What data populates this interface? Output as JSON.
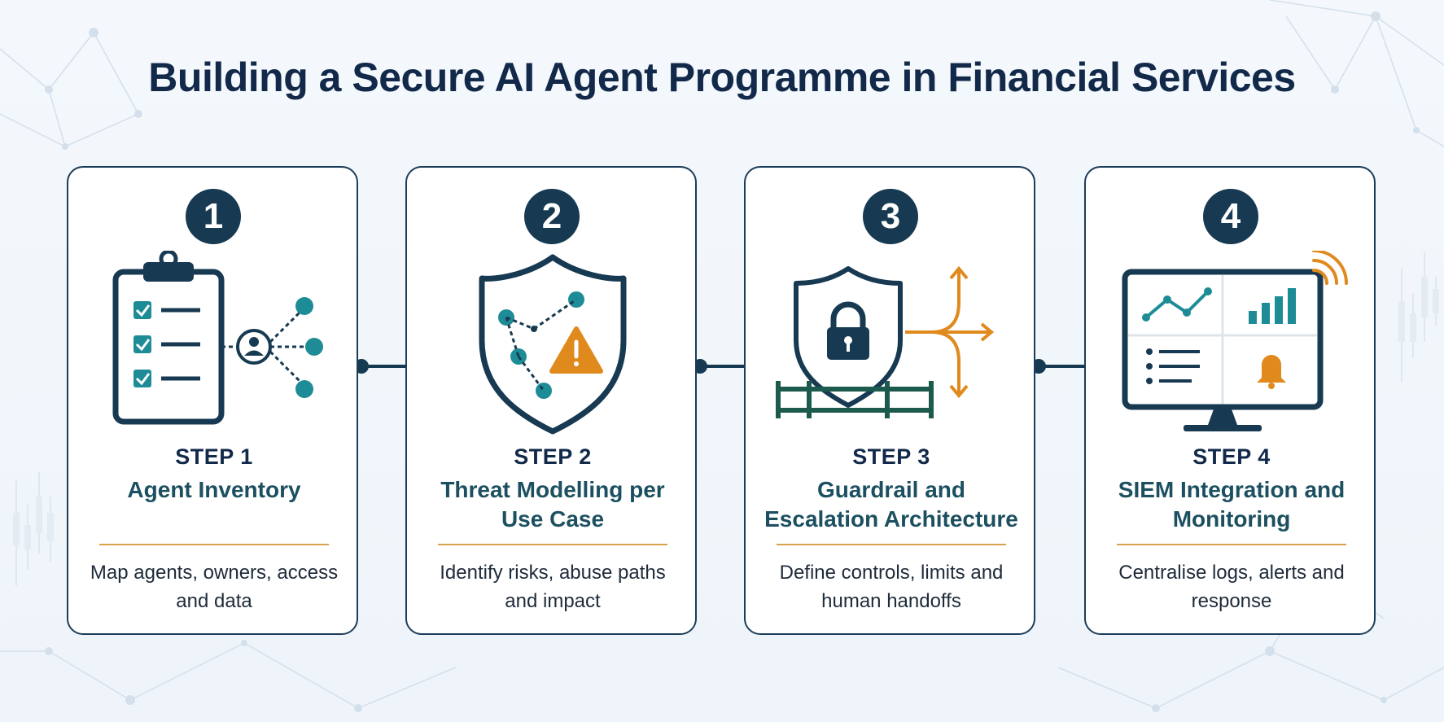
{
  "title": "Building a Secure AI Agent Programme in Financial Services",
  "colors": {
    "navy": "#12294a",
    "teal": "#1e8c96",
    "dark_teal": "#173a52",
    "orange": "#e08a1e",
    "divider": "#d9a24a"
  },
  "steps": [
    {
      "number": "1",
      "label": "STEP 1",
      "title": "Agent Inventory",
      "description": "Map agents, owners, access and data",
      "icon": "clipboard-checklist-network-icon"
    },
    {
      "number": "2",
      "label": "STEP 2",
      "title": "Threat Modelling per Use Case",
      "description": "Identify risks, abuse paths and impact",
      "icon": "shield-warning-icon"
    },
    {
      "number": "3",
      "label": "STEP 3",
      "title": "Guardrail and Escalation Architecture",
      "description": "Define controls, limits and human handoffs",
      "icon": "lock-shield-fence-icon"
    },
    {
      "number": "4",
      "label": "STEP 4",
      "title": "SIEM Integration and Monitoring",
      "description": "Centralise logs, alerts and response",
      "icon": "monitor-dashboard-icon"
    }
  ]
}
